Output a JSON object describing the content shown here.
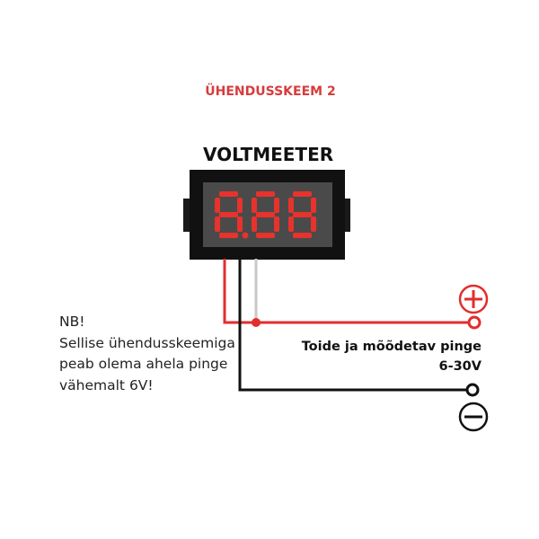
{
  "title": "ÜHENDUSSKEEM 2",
  "device_label": "VOLTMEETER",
  "display_digits": "8.88",
  "note_lines": [
    "NB!",
    "Sellise ühendusskeemiga",
    "peab olema ahela pinge",
    "vähemalt  6V!"
  ],
  "supply_label_line1": "Toide ja mõõdetav pinge",
  "supply_label_line2": "6-30V",
  "terminals": {
    "positive_symbol": "plus-icon",
    "negative_symbol": "minus-icon"
  },
  "colors": {
    "title": "#d63c3c",
    "positive_wire": "#e32d2d",
    "negative_wire": "#111111",
    "signal_wire": "#c8c8c8",
    "display_segments": "#e8322c",
    "display_background": "#4a4a4a",
    "housing": "#111111"
  }
}
